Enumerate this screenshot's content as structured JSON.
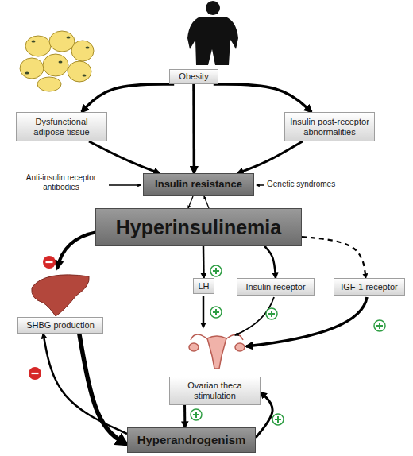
{
  "diagram": {
    "nodes": [
      {
        "text": [
          "Obesity"
        ]
      },
      {
        "text": [
          "Dysfunctional adipose tissue"
        ]
      },
      {
        "text": [
          "Insulin post-receptor abnormalities"
        ]
      },
      {
        "text": [
          "Insulin resistance"
        ]
      },
      {
        "text": [
          "Hyperinsulinemia"
        ]
      },
      {
        "text": [
          "SHBG production"
        ]
      },
      {
        "text": [
          "LH"
        ]
      },
      {
        "text": [
          "Insulin receptor"
        ]
      },
      {
        "text": [
          "IGF-1 receptor"
        ]
      },
      {
        "text": [
          "Ovarian theca stimulation"
        ]
      },
      {
        "text": [
          "Hyperandrogenism"
        ]
      }
    ],
    "edges": [
      {
        "from": 0,
        "to": 1,
        "arrow": "to"
      },
      {
        "from": 0,
        "to": 2,
        "arrow": "to"
      },
      {
        "from": 0,
        "to": 3,
        "arrow": "to"
      },
      {
        "from": 1,
        "to": 3,
        "arrow": "to"
      },
      {
        "from": 2,
        "to": 3,
        "arrow": "to"
      },
      {
        "from": 3,
        "to": 4,
        "arrow": "to"
      },
      {
        "from": 4,
        "to": 3,
        "arrow": "to"
      },
      {
        "from": 4,
        "to": 6,
        "arrow": "to"
      },
      {
        "from": 4,
        "to": 7,
        "arrow": "to"
      },
      {
        "from": 4,
        "to": 8,
        "arrow": "to"
      },
      {
        "from": 9,
        "to": 10,
        "arrow": "to"
      },
      {
        "from": 10,
        "to": 9,
        "arrow": "to"
      },
      {
        "from": 5,
        "to": 10,
        "arrow": "to"
      },
      {
        "from": 10,
        "to": 5,
        "arrow": "to"
      }
    ],
    "labels": [
      "Anti-insulin receptor antibodies",
      "Genetic syndromes"
    ]
  }
}
